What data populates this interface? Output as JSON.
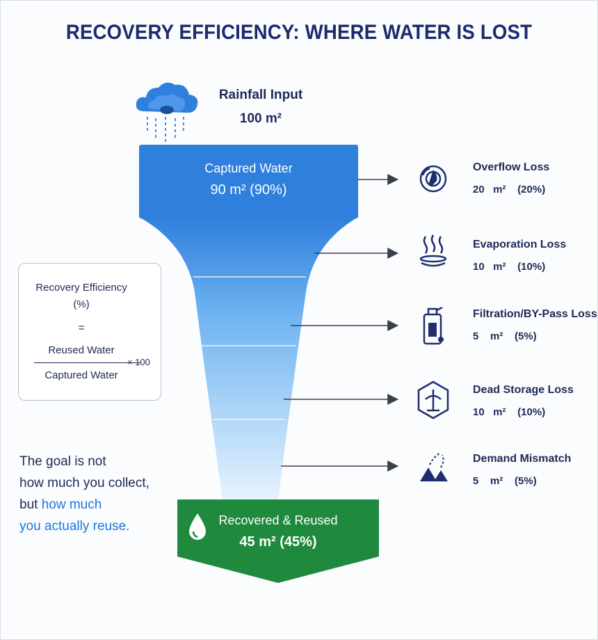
{
  "title": "RECOVERY EFFICIENCY: WHERE WATER IS LOST",
  "rainfall": {
    "label": "Rainfall Input",
    "value": "100 m²"
  },
  "captured": {
    "label": "Captured Water",
    "value": "90  m²   (90%)"
  },
  "recovered": {
    "label": "Recovered & Reused",
    "value": "45  m²  (45%)"
  },
  "formula": {
    "line1": "Recovery Efficiency",
    "line2": "(%)",
    "equals": "=",
    "numerator": "Reused Water",
    "denominator": "Captured Water",
    "multiplier": "× 100"
  },
  "goal": {
    "part1": "The goal is not",
    "part2": "how much you collect,",
    "part3": "but ",
    "highlight1": "how much",
    "highlight2": "you actually reuse."
  },
  "losses": [
    {
      "name": "Overflow Loss",
      "value": "20   m²    (20%)",
      "icon": "overflow-icon"
    },
    {
      "name": "Evaporation Loss",
      "value": "10   m²    (10%)",
      "icon": "evaporation-icon"
    },
    {
      "name": "Filtration/BY-Pass Loss",
      "value": "5    m²    (5%)",
      "icon": "filter-icon"
    },
    {
      "name": "Dead Storage Loss",
      "value": "10   m²    (10%)",
      "icon": "storage-icon"
    },
    {
      "name": "Demand Mismatch",
      "value": "5    m²    (5%)",
      "icon": "demand-icon"
    }
  ],
  "colors": {
    "title": "#1b2b6b",
    "funnel_top": "#2f7fdd",
    "funnel_bottom": "#e6f3fd",
    "recovered": "#1f8a3e",
    "highlight": "#1976e6",
    "icon": "#1e2f6e"
  }
}
